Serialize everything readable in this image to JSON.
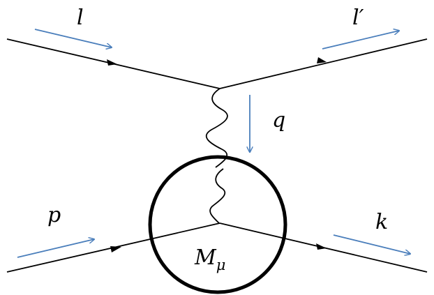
{
  "labels": {
    "incoming_lepton": "l",
    "outgoing_lepton": "l′",
    "photon_momentum": "q",
    "incoming_proton": "p",
    "outgoing_particle": "k",
    "amplitude_main": "M",
    "amplitude_sub": "μ"
  },
  "colors": {
    "line": "#000000",
    "momentum_arrow": "#4a7ebb",
    "background": "#ffffff"
  }
}
